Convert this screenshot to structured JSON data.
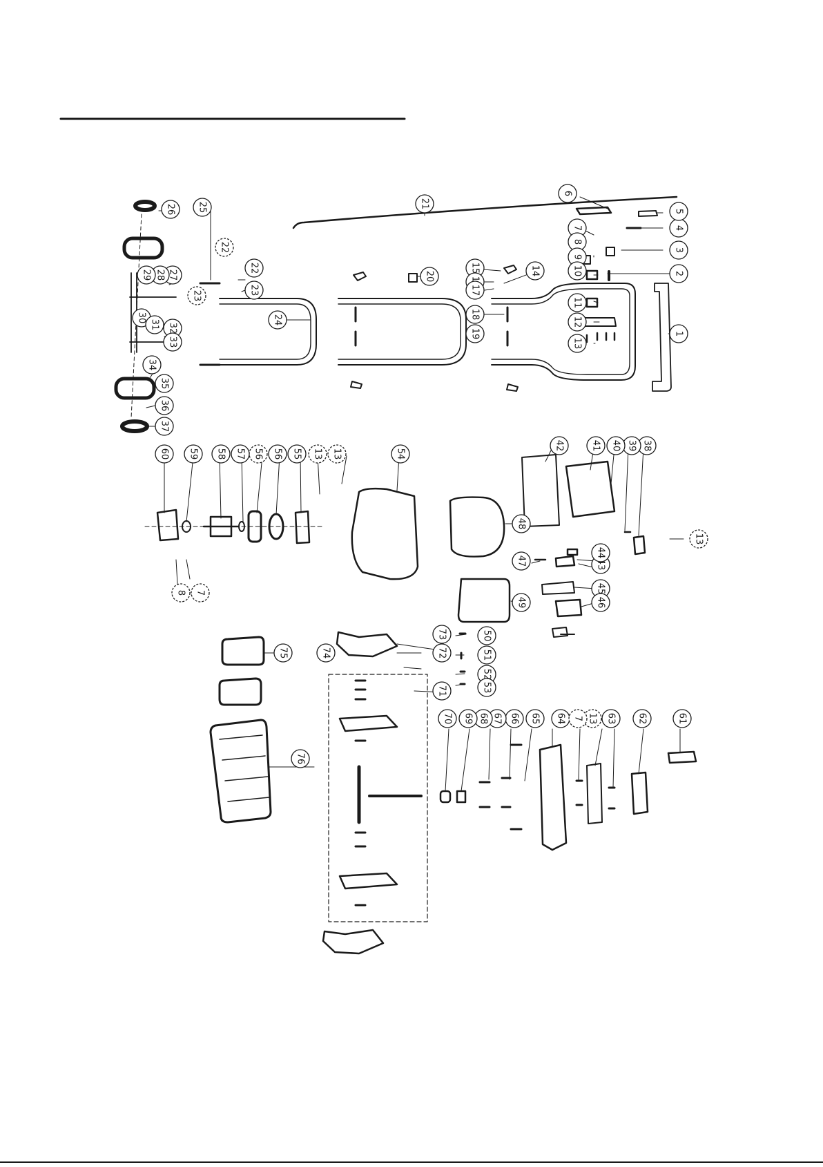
{
  "diagram": {
    "type": "exploded-parts-view",
    "line_color": "#1a1a1a",
    "background": "#ffffff",
    "callouts": [
      {
        "id": "c1",
        "label": "1",
        "dashed": false
      },
      {
        "id": "c2",
        "label": "2",
        "dashed": false
      },
      {
        "id": "c3",
        "label": "3",
        "dashed": false
      },
      {
        "id": "c4",
        "label": "4",
        "dashed": false
      },
      {
        "id": "c5",
        "label": "5",
        "dashed": false
      },
      {
        "id": "c6",
        "label": "6",
        "dashed": false
      },
      {
        "id": "c7",
        "label": "7",
        "dashed": false
      },
      {
        "id": "c8",
        "label": "8",
        "dashed": false
      },
      {
        "id": "c9",
        "label": "9",
        "dashed": false
      },
      {
        "id": "c10",
        "label": "10",
        "dashed": false
      },
      {
        "id": "c11",
        "label": "11",
        "dashed": false
      },
      {
        "id": "c12",
        "label": "12",
        "dashed": false
      },
      {
        "id": "c13",
        "label": "13",
        "dashed": false
      },
      {
        "id": "c14",
        "label": "14",
        "dashed": false
      },
      {
        "id": "c15",
        "label": "15",
        "dashed": false
      },
      {
        "id": "c16",
        "label": "16",
        "dashed": false
      },
      {
        "id": "c17",
        "label": "17",
        "dashed": false
      },
      {
        "id": "c18",
        "label": "18",
        "dashed": false
      },
      {
        "id": "c19",
        "label": "19",
        "dashed": false
      },
      {
        "id": "c20",
        "label": "20",
        "dashed": false
      },
      {
        "id": "c21",
        "label": "21",
        "dashed": false
      },
      {
        "id": "c22a",
        "label": "22",
        "dashed": true
      },
      {
        "id": "c22b",
        "label": "22",
        "dashed": false
      },
      {
        "id": "c23a",
        "label": "23",
        "dashed": false
      },
      {
        "id": "c23b",
        "label": "23",
        "dashed": true
      },
      {
        "id": "c24",
        "label": "24",
        "dashed": false
      },
      {
        "id": "c25",
        "label": "25",
        "dashed": false
      },
      {
        "id": "c26",
        "label": "26",
        "dashed": false
      },
      {
        "id": "c27",
        "label": "27",
        "dashed": false
      },
      {
        "id": "c28",
        "label": "28",
        "dashed": false
      },
      {
        "id": "c29",
        "label": "29",
        "dashed": false
      },
      {
        "id": "c30",
        "label": "30",
        "dashed": false
      },
      {
        "id": "c31",
        "label": "31",
        "dashed": false
      },
      {
        "id": "c32",
        "label": "32",
        "dashed": false
      },
      {
        "id": "c33",
        "label": "33",
        "dashed": false
      },
      {
        "id": "c34",
        "label": "34",
        "dashed": false
      },
      {
        "id": "c35",
        "label": "35",
        "dashed": false
      },
      {
        "id": "c36",
        "label": "36",
        "dashed": false
      },
      {
        "id": "c37",
        "label": "37",
        "dashed": false
      },
      {
        "id": "c38",
        "label": "38",
        "dashed": false
      },
      {
        "id": "c39",
        "label": "39",
        "dashed": false
      },
      {
        "id": "c40",
        "label": "40",
        "dashed": false
      },
      {
        "id": "c41",
        "label": "41",
        "dashed": false
      },
      {
        "id": "c42",
        "label": "42",
        "dashed": false
      },
      {
        "id": "c43",
        "label": "43",
        "dashed": false
      },
      {
        "id": "c44",
        "label": "44",
        "dashed": false
      },
      {
        "id": "c45",
        "label": "45",
        "dashed": false
      },
      {
        "id": "c46",
        "label": "46",
        "dashed": false
      },
      {
        "id": "c47",
        "label": "47",
        "dashed": false
      },
      {
        "id": "c48",
        "label": "48",
        "dashed": false
      },
      {
        "id": "c49",
        "label": "49",
        "dashed": false
      },
      {
        "id": "c50",
        "label": "50",
        "dashed": false
      },
      {
        "id": "c51",
        "label": "51",
        "dashed": false
      },
      {
        "id": "c52",
        "label": "52",
        "dashed": false
      },
      {
        "id": "c53",
        "label": "53",
        "dashed": false
      },
      {
        "id": "c54",
        "label": "54",
        "dashed": false
      },
      {
        "id": "c55",
        "label": "55",
        "dashed": false
      },
      {
        "id": "c56a",
        "label": "56",
        "dashed": false
      },
      {
        "id": "c56b",
        "label": "56",
        "dashed": true
      },
      {
        "id": "c57",
        "label": "57",
        "dashed": false
      },
      {
        "id": "c58",
        "label": "58",
        "dashed": false
      },
      {
        "id": "c59",
        "label": "59",
        "dashed": false
      },
      {
        "id": "c60",
        "label": "60",
        "dashed": false
      },
      {
        "id": "c61",
        "label": "61",
        "dashed": false
      },
      {
        "id": "c62",
        "label": "62",
        "dashed": false
      },
      {
        "id": "c63",
        "label": "63",
        "dashed": false
      },
      {
        "id": "c64",
        "label": "64",
        "dashed": false
      },
      {
        "id": "c65",
        "label": "65",
        "dashed": false
      },
      {
        "id": "c66",
        "label": "66",
        "dashed": false
      },
      {
        "id": "c67",
        "label": "67",
        "dashed": false
      },
      {
        "id": "c68",
        "label": "68",
        "dashed": false
      },
      {
        "id": "c69",
        "label": "69",
        "dashed": false
      },
      {
        "id": "c70",
        "label": "70",
        "dashed": false
      },
      {
        "id": "c71",
        "label": "71",
        "dashed": false
      },
      {
        "id": "c72",
        "label": "72",
        "dashed": false
      },
      {
        "id": "c73",
        "label": "73",
        "dashed": false
      },
      {
        "id": "c74",
        "label": "74",
        "dashed": false
      },
      {
        "id": "c75",
        "label": "75",
        "dashed": false
      },
      {
        "id": "c76",
        "label": "76",
        "dashed": false
      },
      {
        "id": "c13b",
        "label": "13",
        "dashed": true
      },
      {
        "id": "c13c",
        "label": "13",
        "dashed": true
      },
      {
        "id": "c13d",
        "label": "13",
        "dashed": true
      },
      {
        "id": "c13e",
        "label": "13",
        "dashed": true
      },
      {
        "id": "c7b",
        "label": "7",
        "dashed": true
      },
      {
        "id": "c7c",
        "label": "7",
        "dashed": true
      },
      {
        "id": "c8b",
        "label": "8",
        "dashed": true
      }
    ]
  }
}
